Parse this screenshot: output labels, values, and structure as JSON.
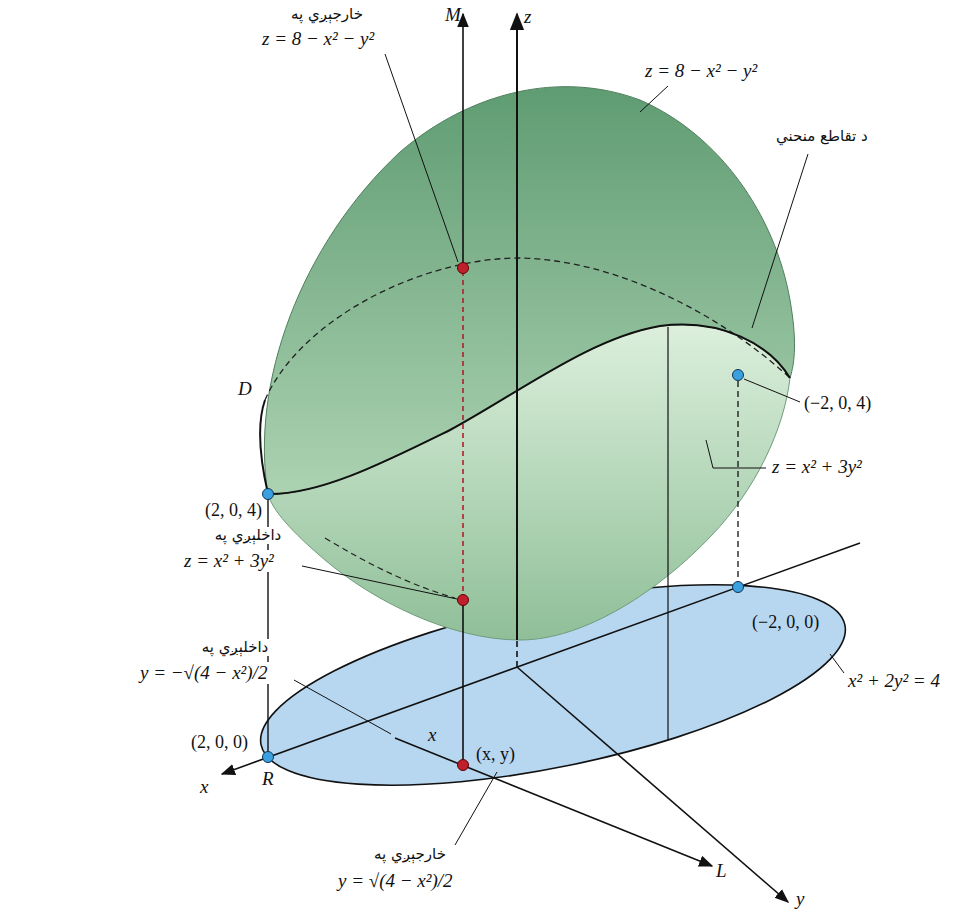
{
  "diagram": {
    "labels": [
      "M",
      "z",
      "خارجېږي په",
      "z = 8 − x² − y²",
      "z = 8 − x² − y²",
      "د تقاطع منحني",
      "D",
      "(2, 0, 4)",
      "(−2, 0, 4)",
      "z = x² + 3y²",
      "داخلېږي په",
      "z = x² + 3y²",
      "داخلېږي په",
      "y = −√(4 − x²)/2",
      "(−2, 0, 0)",
      "x",
      "(x, y)",
      "x² + 2y² = 4",
      "(2, 0, 0)",
      "x",
      "R",
      "L",
      "y",
      "خارجېږي په",
      "y = √(4 − x²)/2"
    ]
  }
}
